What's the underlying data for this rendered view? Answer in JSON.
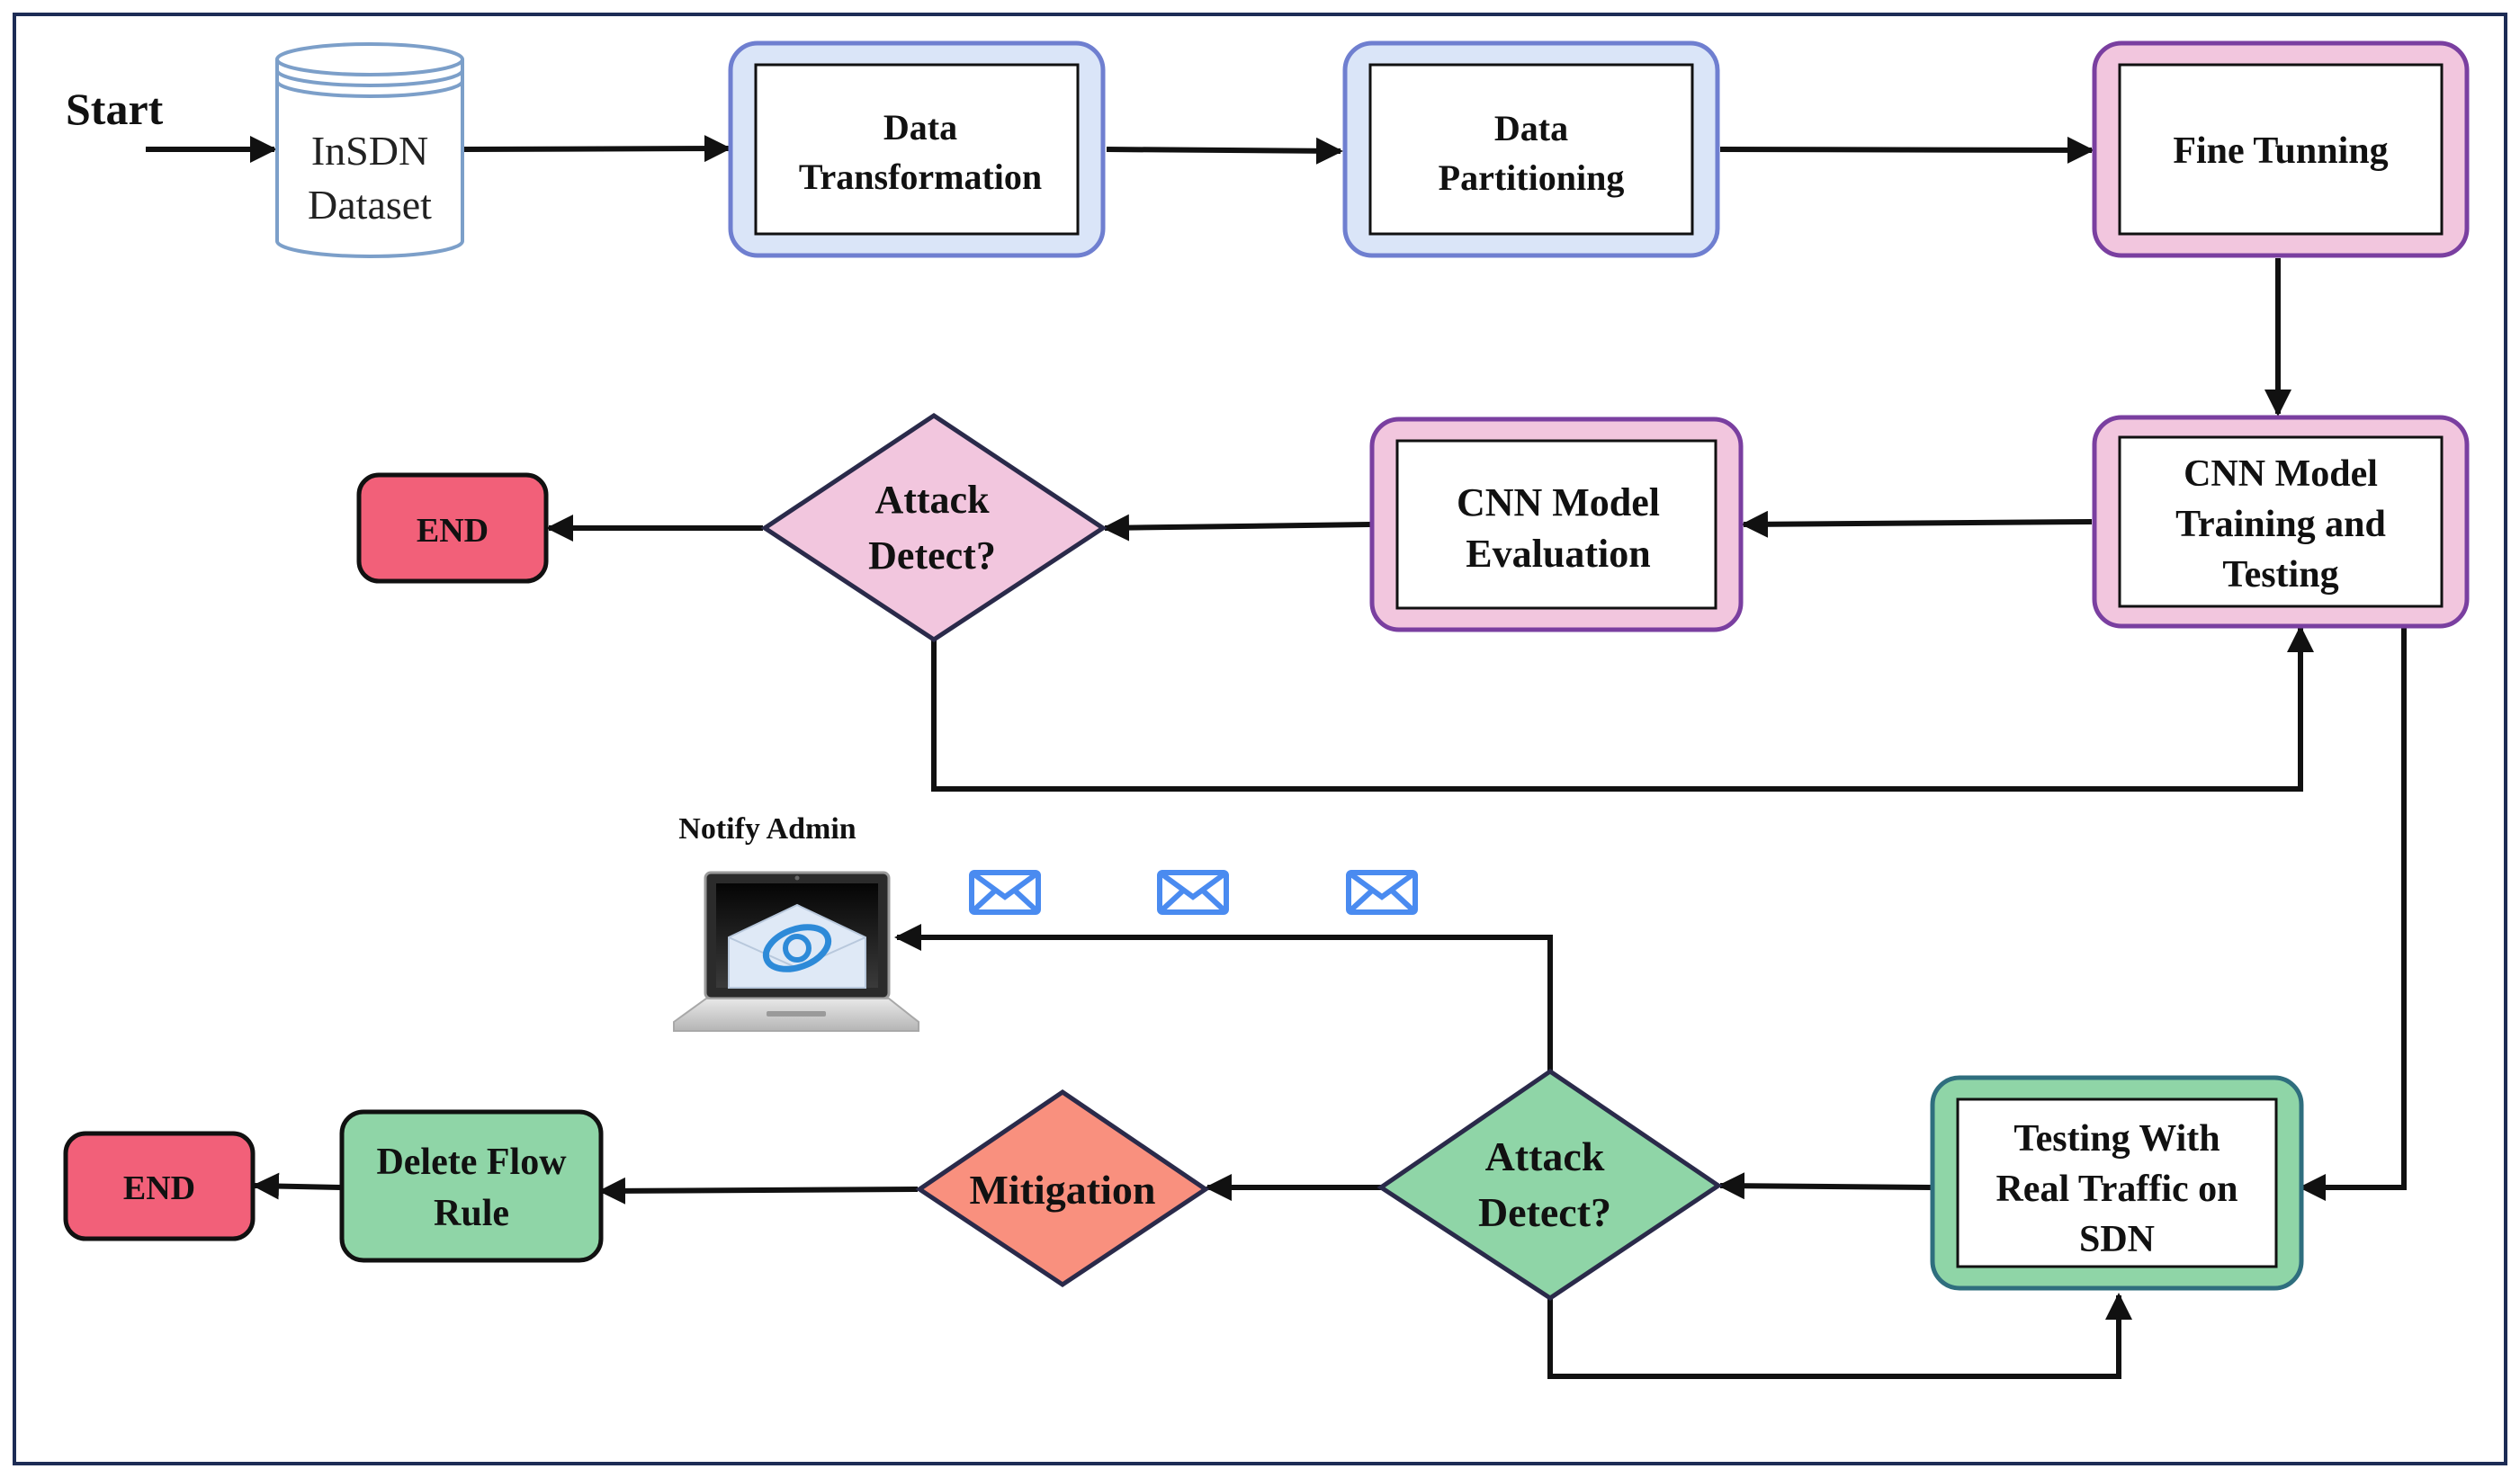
{
  "start_label": "Start",
  "dataset": {
    "lines": [
      "InSDN",
      "Dataset"
    ]
  },
  "steps": {
    "data_transformation": [
      "Data",
      "Transformation"
    ],
    "data_partitioning": [
      "Data",
      "Partitioning"
    ],
    "fine_tuning": [
      "Fine Tunning"
    ],
    "cnn_training": [
      "CNN Model",
      "Training and",
      "Testing"
    ],
    "cnn_evaluation": [
      "CNN Model",
      "Evaluation"
    ],
    "testing_real": [
      "Testing With",
      "Real Traffic on",
      "SDN"
    ],
    "delete_flow": [
      "Delete Flow",
      "Rule"
    ]
  },
  "decisions": {
    "attack_top": [
      "Attack",
      "Detect?"
    ],
    "attack_bottom": [
      "Attack",
      "Detect?"
    ],
    "mitigation": [
      "Mitigation"
    ]
  },
  "ends": {
    "top": "END",
    "bottom": "END"
  },
  "notify": {
    "label": "Notify Admin",
    "icons": [
      "mail-icon",
      "mail-icon",
      "mail-icon",
      "laptop-email-icon"
    ]
  },
  "colors": {
    "blue_fill": "#dae5f8",
    "blue_stroke": "#6f7fd0",
    "pink_fill": "#f2c6de",
    "pink_stroke": "#7a3fa0",
    "green_fill": "#8fd5a7",
    "green_stroke": "#2f6e7e",
    "salmon_fill": "#f9907e",
    "end_fill": "#f26079",
    "mail_blue": "#4a8bf0"
  }
}
